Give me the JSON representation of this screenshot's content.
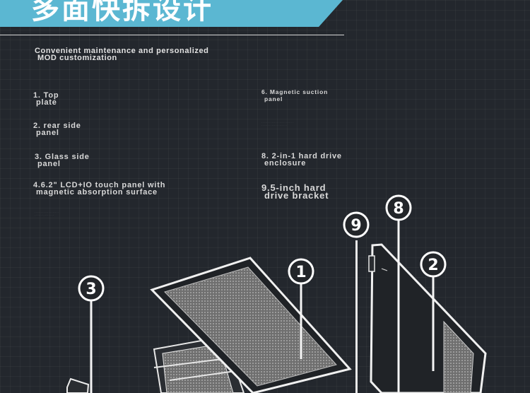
{
  "banner": {
    "title": "多面快拆设计",
    "color": "#5bb7d2"
  },
  "subtitle": {
    "line1": "Convenient maintenance and personalized",
    "line2": "MOD customization"
  },
  "parts": [
    {
      "line1": "1. Top",
      "line2": "plate"
    },
    {
      "line1": "2. rear side",
      "line2": "panel"
    },
    {
      "line1": "3. Glass side",
      "line2": "panel"
    },
    {
      "line1": "4.6.2\" LCD+IO touch panel with",
      "line2": "magnetic absorption surface"
    },
    {
      "line1": "6. Magnetic suction",
      "line2": "panel"
    },
    {
      "line1": "8. 2-in-1 hard drive",
      "line2": "enclosure"
    },
    {
      "line1": "9.5-inch hard",
      "line2": "drive bracket"
    }
  ],
  "callouts": [
    "1",
    "2",
    "3",
    "8",
    "9"
  ],
  "icons": [
    "top-plate-drawing",
    "rear-panel-drawing",
    "glass-panel-drawing",
    "chassis-frame-drawing",
    "drive-bracket-line"
  ]
}
